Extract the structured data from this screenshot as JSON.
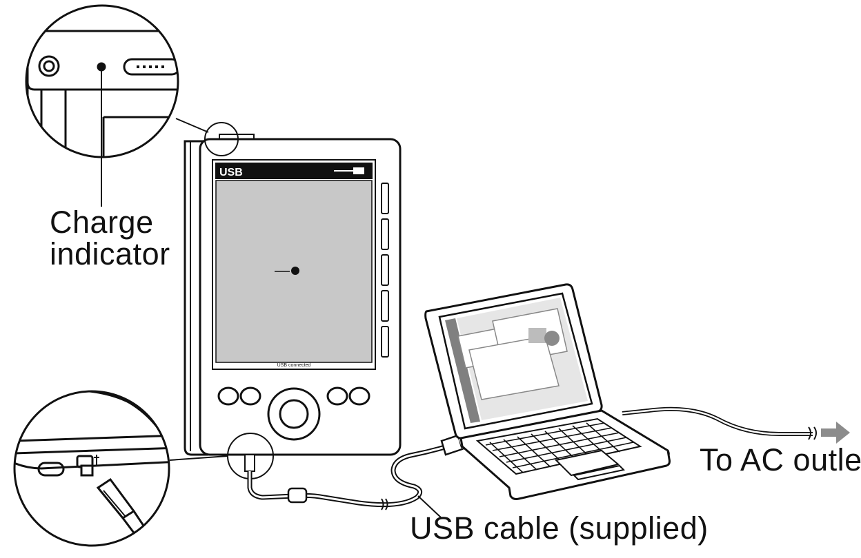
{
  "labels": {
    "charge_indicator_line1": "Charge",
    "charge_indicator_line2": "indicator",
    "usb_cable": "USB cable (supplied)",
    "ac_outlet": "To AC outlet"
  },
  "reader_screen": {
    "header": "USB",
    "status": "USB connected"
  },
  "colors": {
    "line": "#111111",
    "screen_grey": "#c8c8c8",
    "arrow_grey": "#8c8c8c"
  }
}
